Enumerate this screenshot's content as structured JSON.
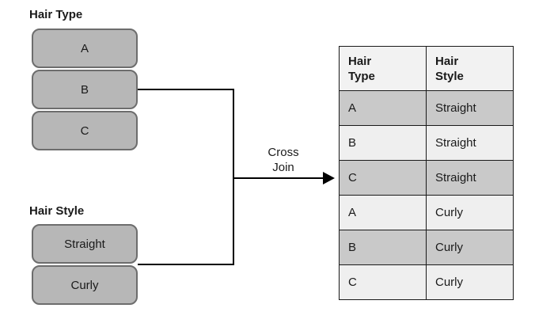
{
  "hair_type": {
    "title": "Hair Type",
    "items": [
      "A",
      "B",
      "C"
    ]
  },
  "hair_style": {
    "title": "Hair Style",
    "items": [
      "Straight",
      "Curly"
    ]
  },
  "join": {
    "label": "Cross Join"
  },
  "result_table": {
    "headers": [
      "Hair Type",
      "Hair Style"
    ],
    "rows": [
      [
        "A",
        "Straight"
      ],
      [
        "B",
        "Straight"
      ],
      [
        "C",
        "Straight"
      ],
      [
        "A",
        "Curly"
      ],
      [
        "B",
        "Curly"
      ],
      [
        "C",
        "Curly"
      ]
    ]
  },
  "colors": {
    "box_fill": "#b7b7b7",
    "box_border": "#6d6d6d",
    "header_bg": "#f2f2f2",
    "row_dark": "#c9c9c9",
    "row_light": "#efefef",
    "line": "#000000",
    "text": "#1a1a1a"
  }
}
